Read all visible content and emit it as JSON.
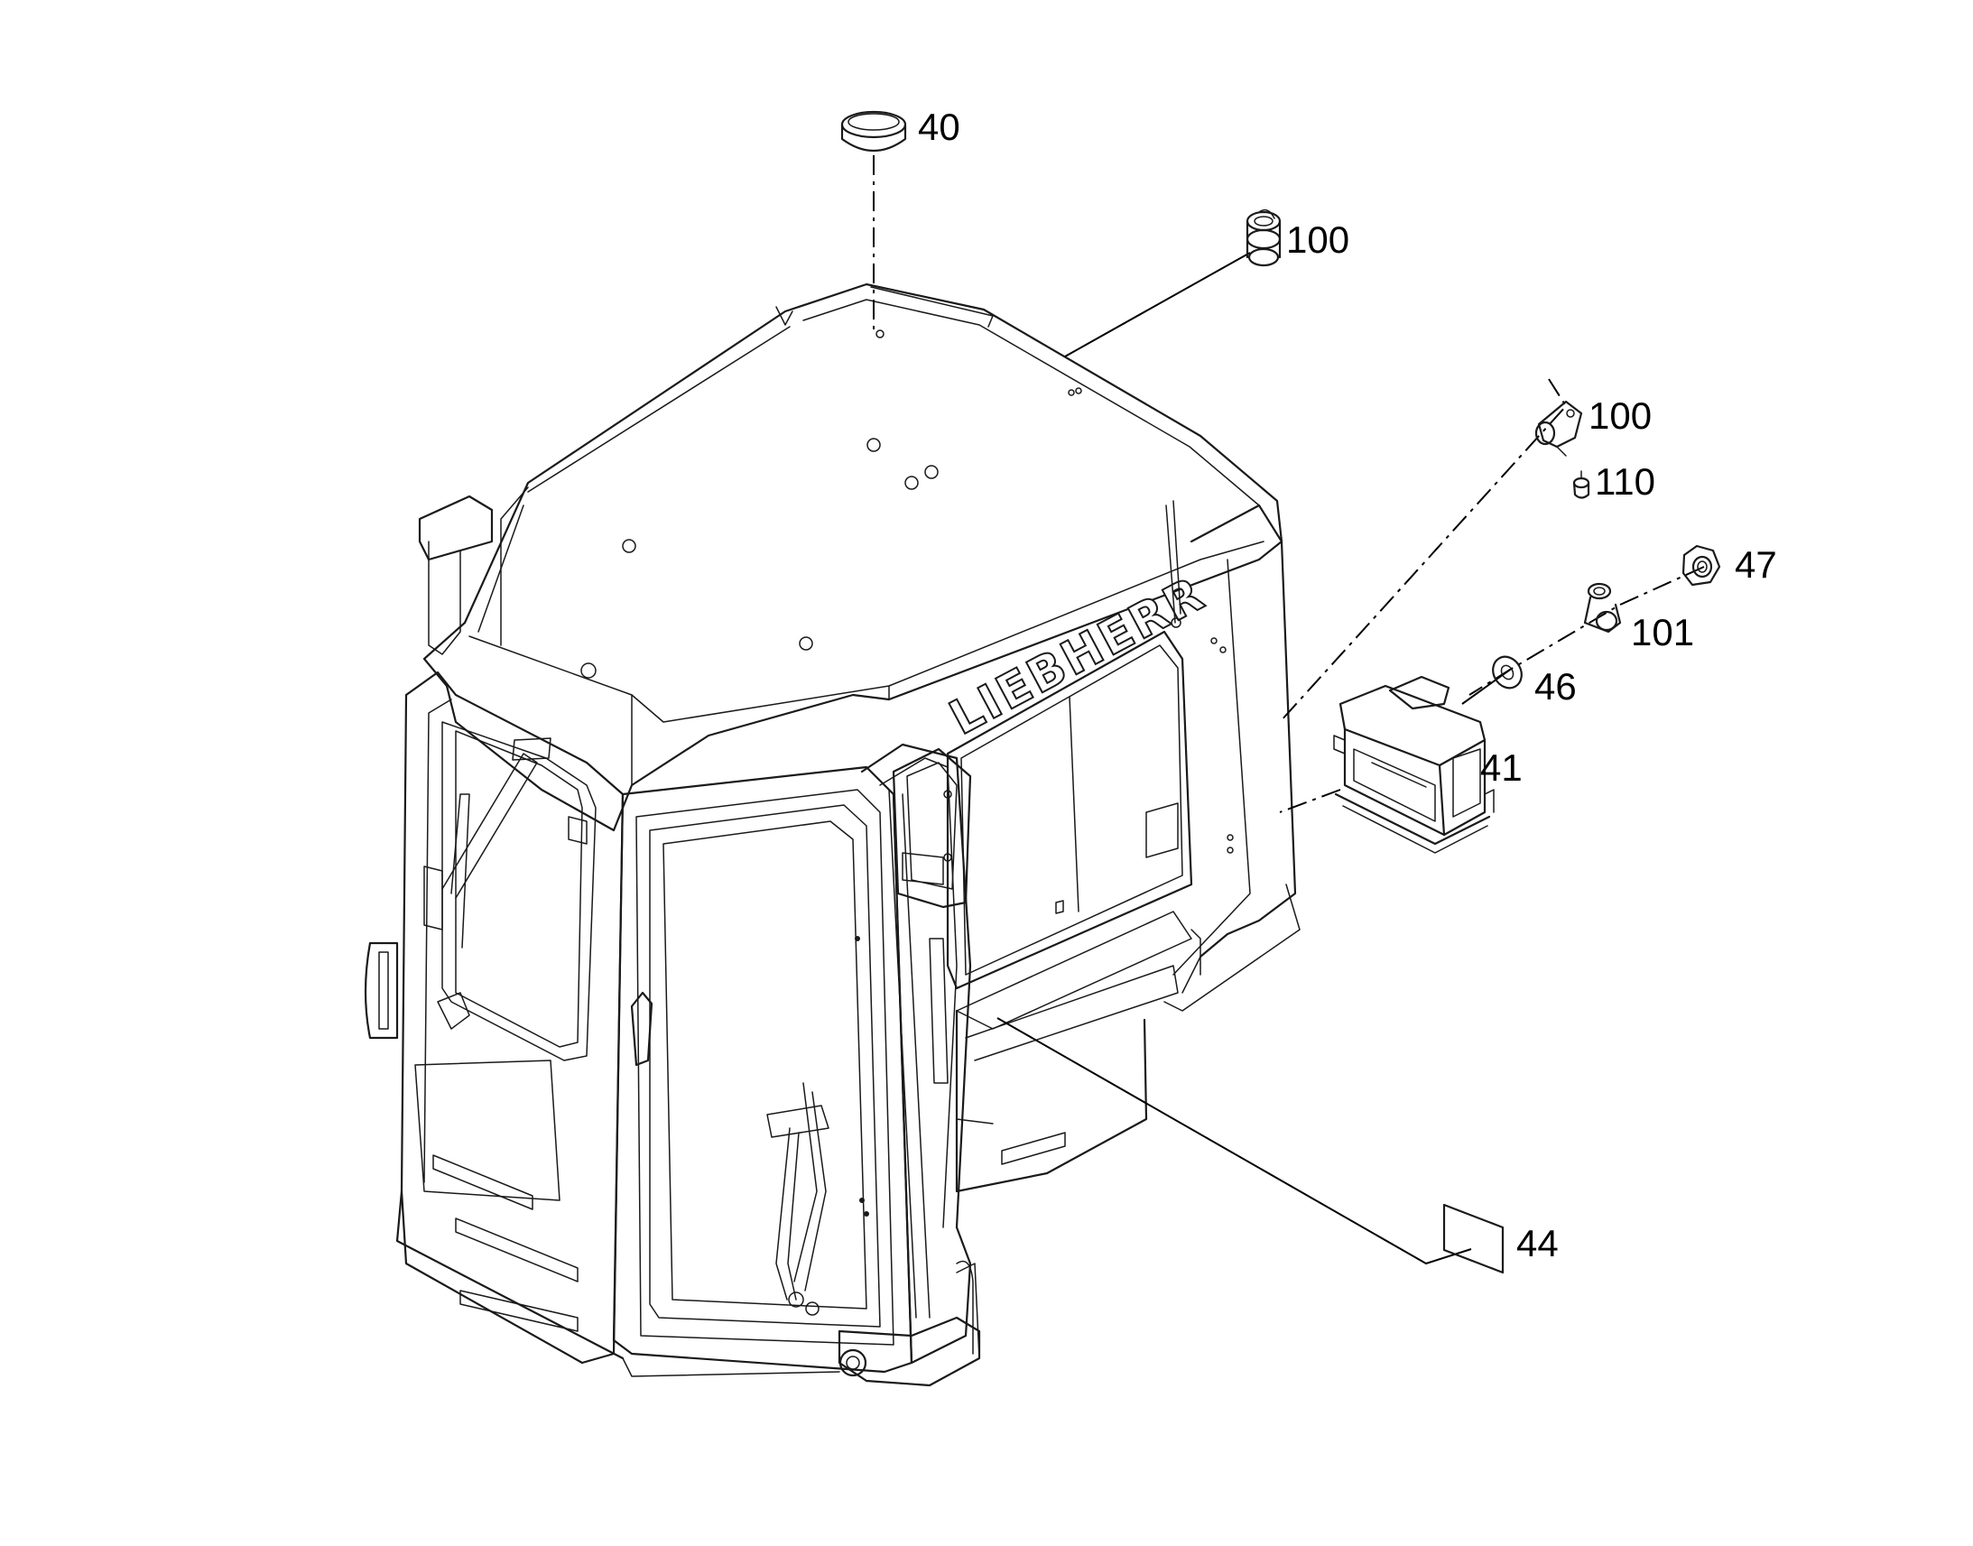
{
  "callouts": {
    "c40": "40",
    "c100_top": "100",
    "c100_right": "100",
    "c110": "110",
    "c47": "47",
    "c101": "101",
    "c46": "46",
    "c41": "41",
    "c44": "44"
  },
  "cab_branding": "LIEBHERR"
}
